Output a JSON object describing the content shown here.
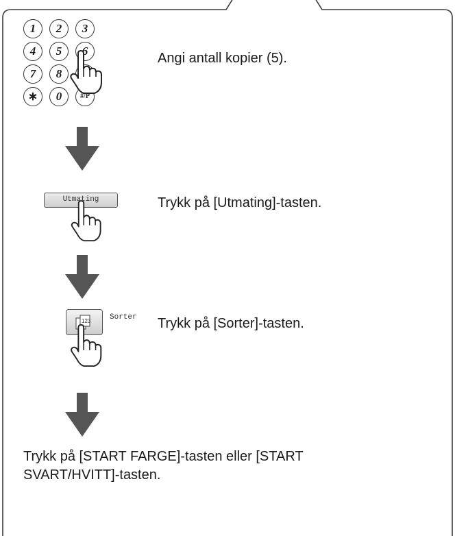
{
  "steps": [
    {
      "text": "Angi antall kopier (5)."
    },
    {
      "text": "Trykk på [Utmating]-tasten."
    },
    {
      "text": "Trykk på [Sorter]-tasten."
    },
    {
      "text_line1": "Trykk på [START FARGE]-tasten eller [START",
      "text_line2": "SVART/HVITT]-tasten."
    }
  ],
  "keypad": {
    "keys": [
      "1",
      "2",
      "3",
      "4",
      "5",
      "6",
      "7",
      "8",
      "9",
      "∗",
      "0",
      "#/P"
    ]
  },
  "buttons": {
    "utmating_label": "Utmating",
    "sorter_label": "Sorter",
    "sorter_icon_text": "123"
  },
  "colors": {
    "border": "#3a3a3a",
    "arrow": "#555555",
    "text": "#1a1a1a"
  }
}
